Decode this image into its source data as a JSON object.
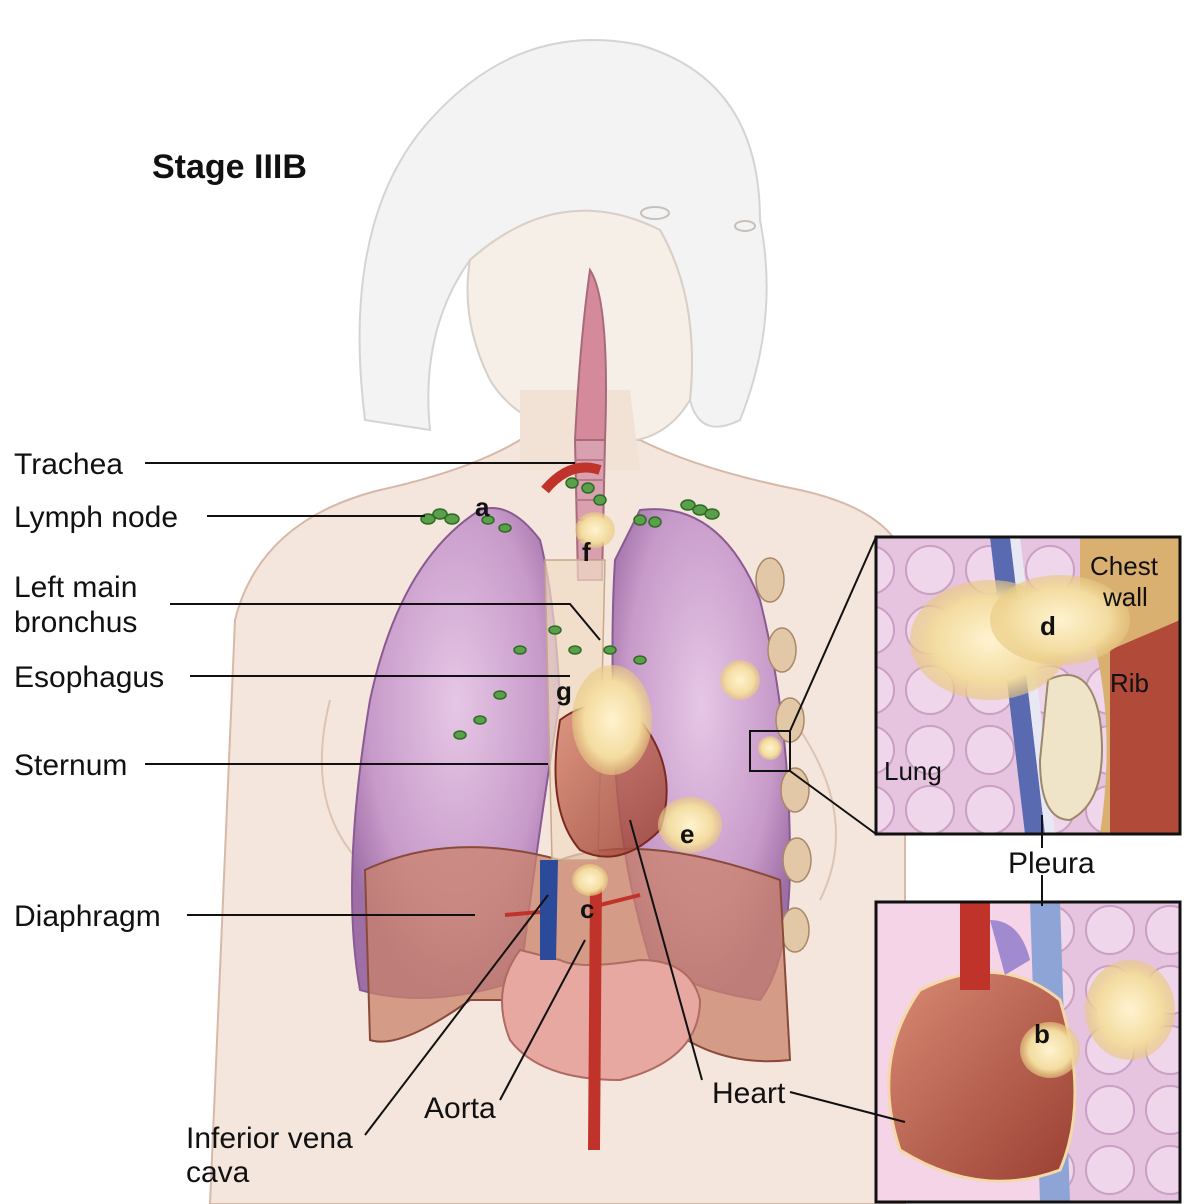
{
  "title": "Stage IIIB",
  "labels": {
    "trachea": "Trachea",
    "lymph_node": "Lymph node",
    "left_main_bronchus_line1": "Left main",
    "left_main_bronchus_line2": "bronchus",
    "esophagus": "Esophagus",
    "sternum": "Sternum",
    "diaphragm": "Diaphragm",
    "inferior_vena_cava_line1": "Inferior vena",
    "inferior_vena_cava_line2": "cava",
    "aorta": "Aorta",
    "heart": "Heart",
    "pleura": "Pleura"
  },
  "letters": {
    "a": "a",
    "b": "b",
    "c": "c",
    "d": "d",
    "e": "e",
    "f": "f",
    "g": "g"
  },
  "inset_top": {
    "chest_wall_line1": "Chest",
    "chest_wall_line2": "wall",
    "rib": "Rib",
    "lung": "Lung"
  },
  "colors": {
    "lung": "#c79ac9",
    "diaphragm": "#c9826a",
    "tumor": "#f3dca0",
    "aorta": "#c0332a",
    "vena_cava": "#2b4a9a",
    "lymph_node": "#5aa04a",
    "skin": "#f2e2d6"
  }
}
